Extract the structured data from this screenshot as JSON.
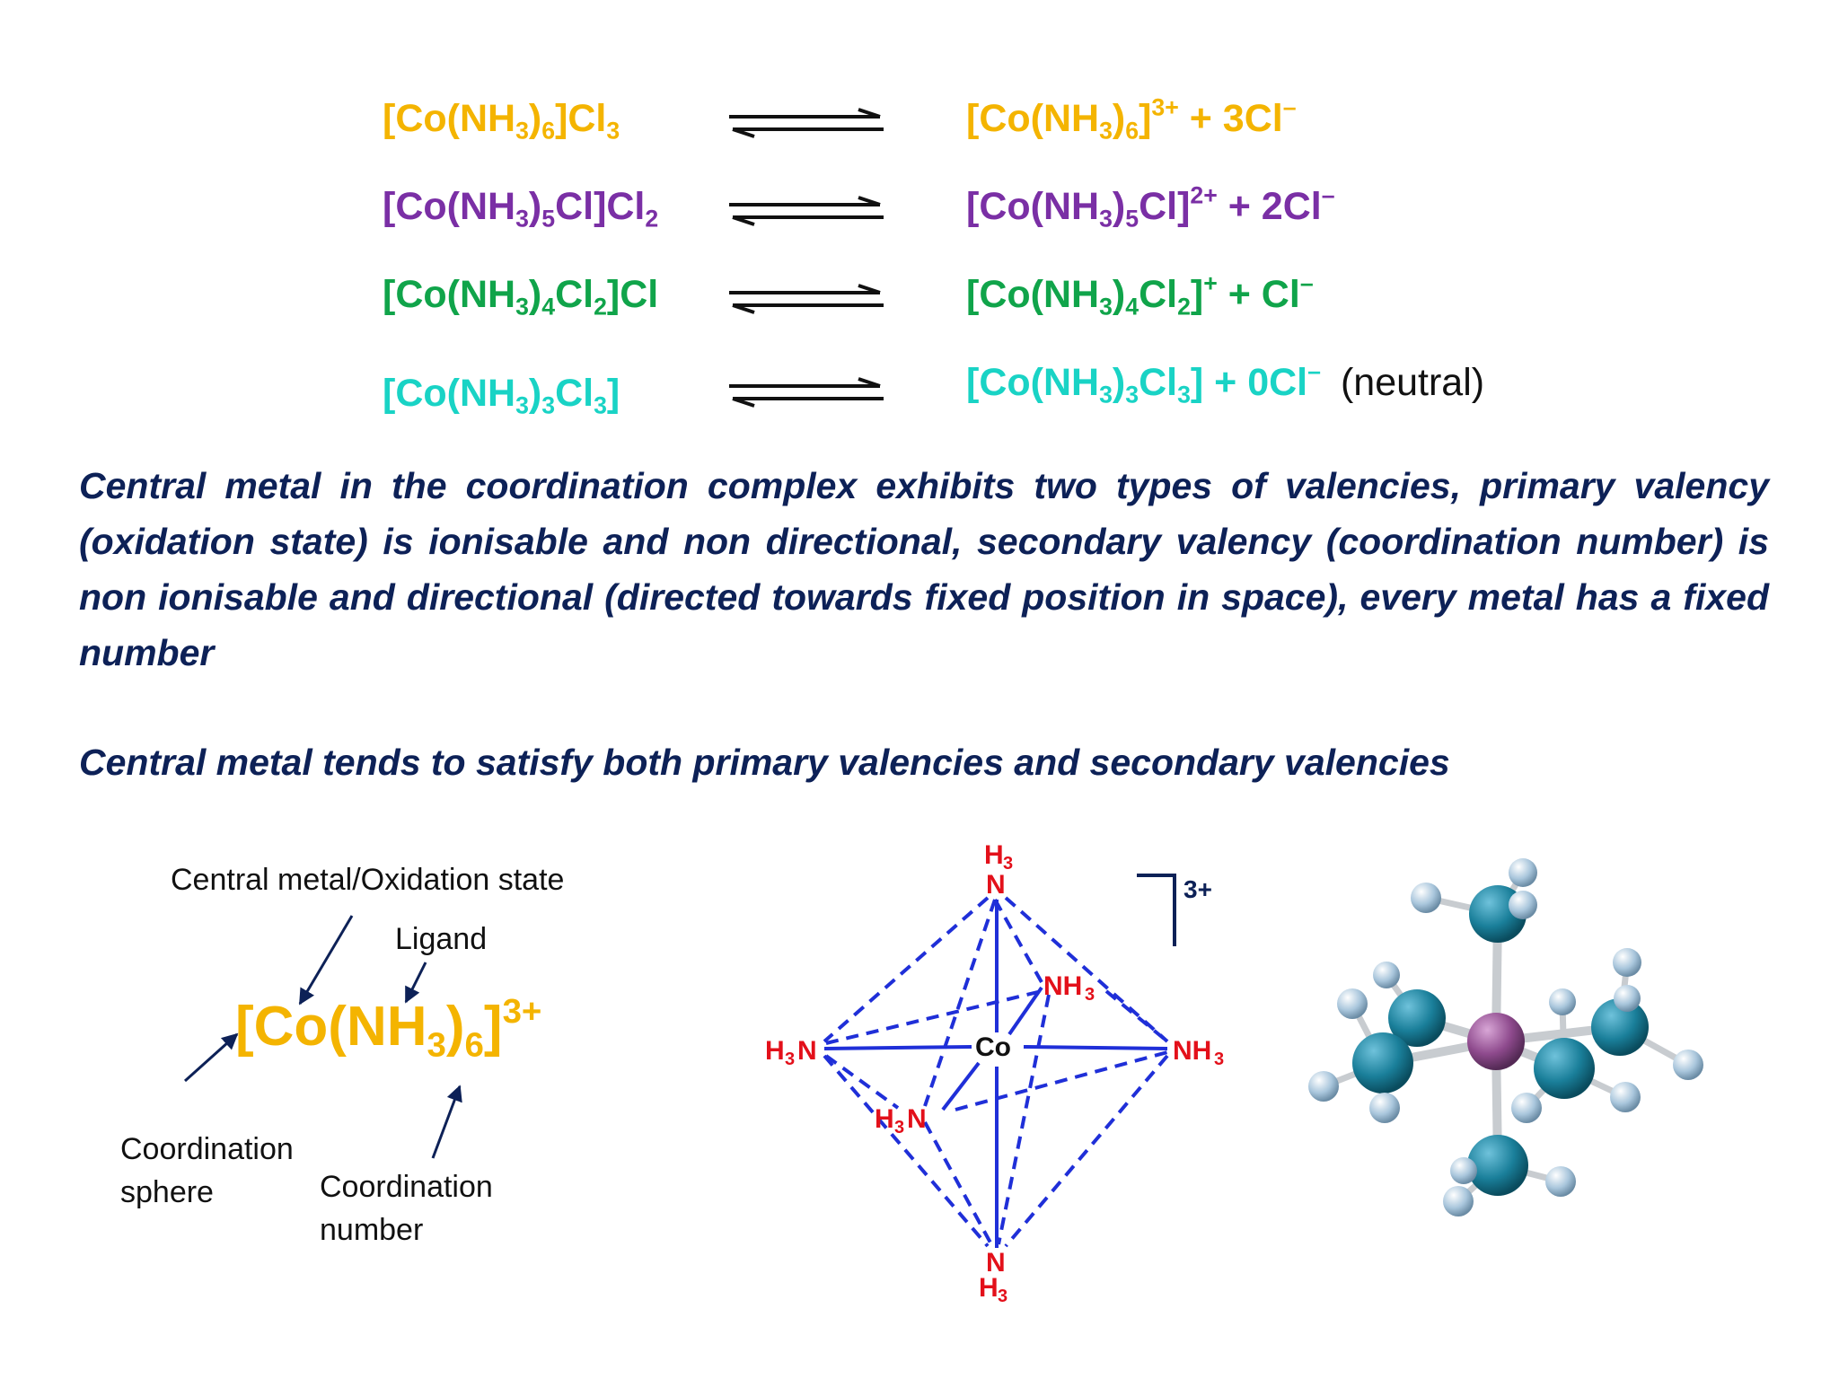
{
  "equations": [
    {
      "color": "#f4b400",
      "lhs": {
        "a": "[Co(NH",
        "b": "3",
        "c": ")",
        "d": "6",
        "e": "]Cl",
        "f": "3"
      },
      "rhs": {
        "a": "[Co(NH",
        "b": "3",
        "c": ")",
        "d": "6",
        "e": "]",
        "charge": "3+",
        "tail": " + 3Cl",
        "ion": "–"
      }
    },
    {
      "color": "#7a2fa5",
      "lhs": {
        "a": "[Co(NH",
        "b": "3",
        "c": ")",
        "d": "5",
        "e": "Cl]Cl",
        "f": "2"
      },
      "rhs": {
        "a": "[Co(NH",
        "b": "3",
        "c": ")",
        "d": "5",
        "e": "Cl]",
        "charge": "2+",
        "tail": " + 2Cl",
        "ion": "–"
      }
    },
    {
      "color": "#10a44a",
      "lhs": {
        "a": "[Co(NH",
        "b": "3",
        "c": ")",
        "d": "4",
        "e": "Cl",
        "f": "2",
        "g": "]Cl"
      },
      "rhs": {
        "a": "[Co(NH",
        "b": "3",
        "c": ")",
        "d": "4",
        "e": "Cl",
        "f": "2",
        "g": "]",
        "charge": "+",
        "tail": " + Cl",
        "ion": "–"
      }
    },
    {
      "color": "#19d3c5",
      "lhs": {
        "a": "[Co(NH",
        "b": "3",
        "c": ")",
        "d": "3",
        "e": "Cl",
        "f": "3",
        "g": "]"
      },
      "rhs": {
        "a": "[Co(NH",
        "b": "3",
        "c": ")",
        "d": "3",
        "e": "Cl",
        "f": "3",
        "g": "] + 0Cl",
        "ion": "–"
      },
      "note": "(neutral)"
    }
  ],
  "paragraphs": {
    "valency": "Central metal in the coordination complex exhibits two types of valencies, primary valency (oxidation state) is ionisable and non directional, secondary valency (coordination number) is non ionisable and directional (directed towards fixed position in space), every metal has a fixed number",
    "satisfy": "Central metal tends to satisfy both primary valencies and secondary valencies"
  },
  "annotated_formula": {
    "a": "[Co(NH",
    "b": "3",
    "c": ")",
    "d": "6",
    "e": "]",
    "charge": "3+",
    "labels": {
      "oxidation": "Central metal/Oxidation state",
      "ligand": "Ligand",
      "sphere_1": "Coordination",
      "sphere_2": "sphere",
      "number_1": "Coordination",
      "number_2": "number"
    }
  },
  "octahedron": {
    "center": "Co",
    "charge": "3+",
    "ligands": {
      "top_sub": "3",
      "top_n": "N",
      "bottom_n": "N",
      "bottom_sub": "3",
      "left_h": "H",
      "left_sub": "3",
      "left_n": "N",
      "right_nh": "NH",
      "right_sub": "3",
      "back_nh": "NH",
      "back_sub": "3",
      "front_h": "H",
      "front_sub": "3",
      "front_n": "N",
      "top_h": "H",
      "bottom_h": "H"
    }
  },
  "colors": {
    "navy": "#0d2157",
    "ligand_red": "#e3101a",
    "bond_blue": "#1f2fd8",
    "metal_purple": "#8e4a8d",
    "nitrogen_teal": "#1a7f9a",
    "hydrogen_blue": "#a9c6dc"
  }
}
